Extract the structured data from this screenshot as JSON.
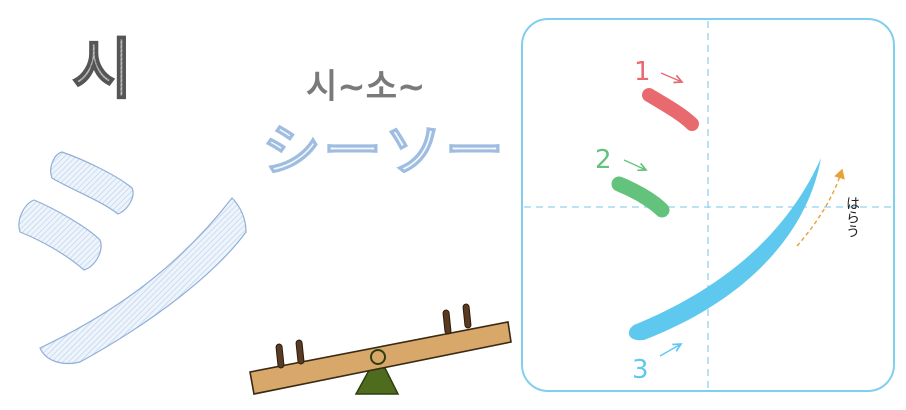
{
  "hangul_title": "시",
  "hangul_word": "시~소~",
  "katakana_word": "シーソー",
  "stroke_numbers": [
    "1",
    "2",
    "3"
  ],
  "harau_label": "はらう",
  "colors": {
    "stroke1": "#e8696e",
    "stroke2": "#63c27b",
    "stroke3": "#5ec8ef",
    "grid_border": "#7fcfee",
    "guide_dash": "#8fd3ef",
    "arrow_orange": "#e8a03a",
    "seesaw_board": "#d8a86a",
    "seesaw_base": "#4f6b1e",
    "outline_blue": "#9fbde0"
  },
  "icons": [
    "seesaw-illustration",
    "large-katakana-shi"
  ]
}
